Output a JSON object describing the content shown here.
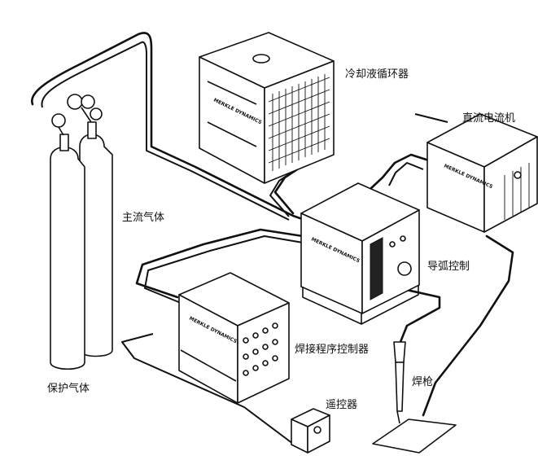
{
  "labels": {
    "cooler": "冷却液循环器",
    "dc_power": "直流电流机",
    "main_gas": "主流气体",
    "arc_control": "导弧控制",
    "shield_gas": "保护气体",
    "program_controller": "焊接程序控制器",
    "torch": "焊枪",
    "remote": "遥控器"
  },
  "brand_text": "MERKLE DYNAMICS"
}
